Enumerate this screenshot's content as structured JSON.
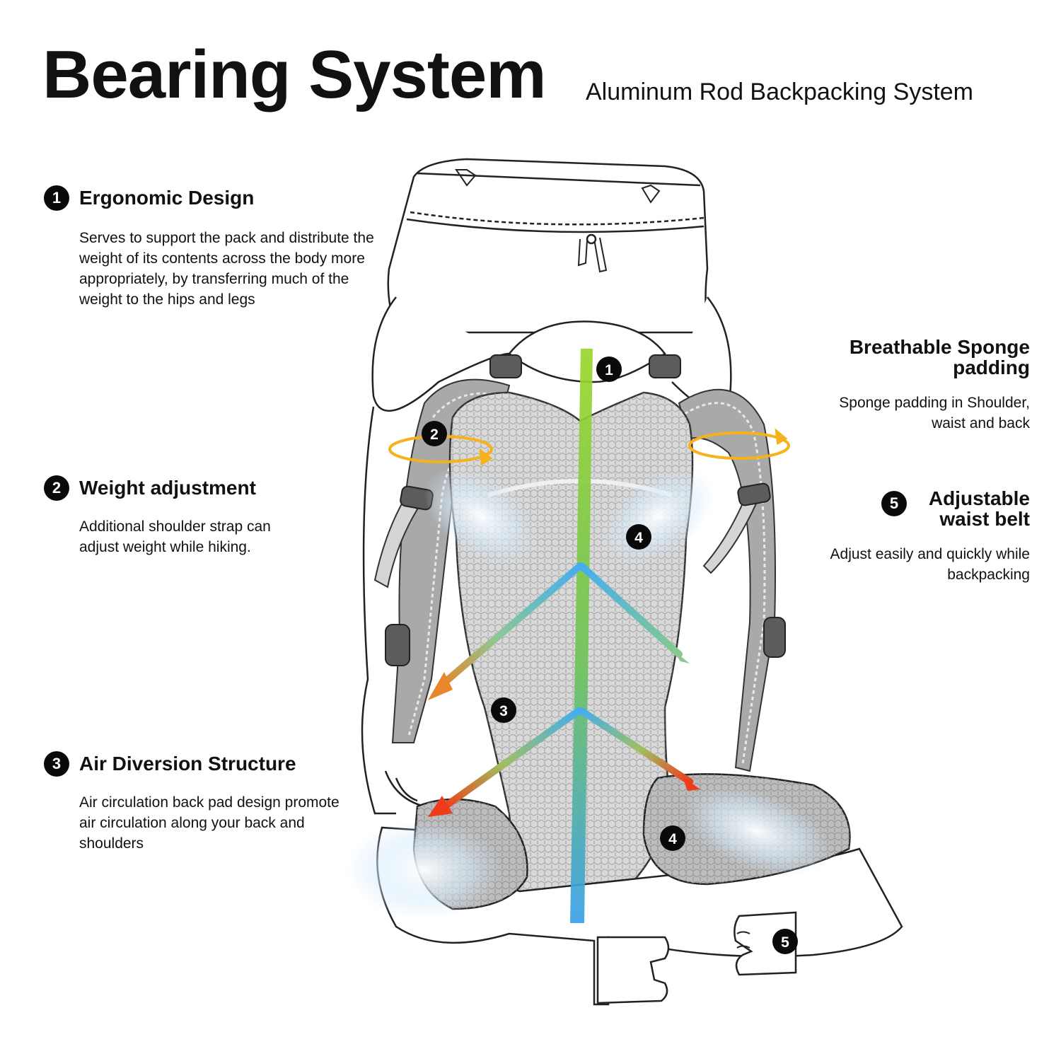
{
  "title": "Bearing System",
  "subtitle": "Aluminum Rod Backpacking System",
  "features": [
    {
      "num": "1",
      "title": "Ergonomic Design",
      "desc": "Serves to support the pack and distribute the weight of its contents across the body more appropriately, by transferring much of the weight to the hips and legs"
    },
    {
      "num": "2",
      "title": "Weight adjustment",
      "desc": "Additional shoulder strap can adjust weight while hiking."
    },
    {
      "num": "3",
      "title": "Air Diversion Structure",
      "desc": "Air circulation back pad design promote air circulation along your back and shoulders"
    },
    {
      "num": "",
      "title": "Breathable Sponge padding",
      "desc": "Sponge padding in Shoulder, waist and back"
    },
    {
      "num": "5",
      "title": "Adjustable waist belt",
      "desc": "Adjust easily and quickly while backpacking"
    }
  ],
  "markers": [
    "1",
    "2",
    "3",
    "4",
    "4",
    "5"
  ],
  "colors": {
    "rod_top": "#8dd12b",
    "rod_bottom": "#3aa0e8",
    "arrow_blue": "#4ab0ef",
    "arrow_red": "#ef3b1a",
    "arrow_orange": "#e8862b",
    "ring": "#f6b21c",
    "mesh": "#c8c8c8",
    "strap": "#9c9c9c"
  }
}
